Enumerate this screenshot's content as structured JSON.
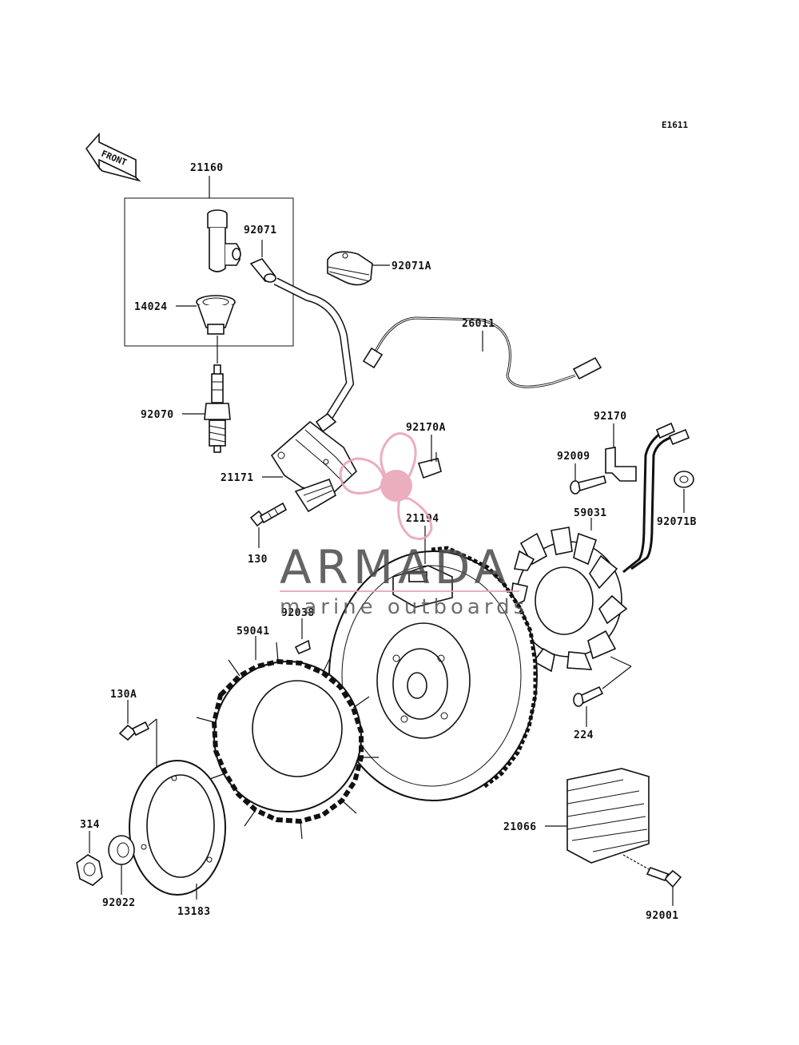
{
  "diagram_code": "E1611",
  "front_arrow_label": "FRONT",
  "watermark": {
    "brand": "ARMADA",
    "tagline": "marine outboards",
    "accent_color": "#e8a0b4",
    "text_color": "#4a4a4a"
  },
  "parts": [
    {
      "id": "21160",
      "name": "cap-assembly"
    },
    {
      "id": "92071",
      "name": "grommet"
    },
    {
      "id": "92071A",
      "name": "cap"
    },
    {
      "id": "14024",
      "name": "cover"
    },
    {
      "id": "26011",
      "name": "wire-lead"
    },
    {
      "id": "92070",
      "name": "spark-plug"
    },
    {
      "id": "92170A",
      "name": "clamp"
    },
    {
      "id": "21171",
      "name": "ignition-coil"
    },
    {
      "id": "92170",
      "name": "clamp-bracket"
    },
    {
      "id": "92009",
      "name": "screw"
    },
    {
      "id": "92071B",
      "name": "grommet-b"
    },
    {
      "id": "59031",
      "name": "stator"
    },
    {
      "id": "21194",
      "name": "flywheel"
    },
    {
      "id": "130",
      "name": "bolt"
    },
    {
      "id": "92038",
      "name": "key"
    },
    {
      "id": "59041",
      "name": "fan"
    },
    {
      "id": "130A",
      "name": "bolt-a"
    },
    {
      "id": "224",
      "name": "screw-224"
    },
    {
      "id": "21066",
      "name": "regulator"
    },
    {
      "id": "314",
      "name": "nut"
    },
    {
      "id": "92022",
      "name": "washer"
    },
    {
      "id": "13183",
      "name": "plate"
    },
    {
      "id": "92001",
      "name": "bolt-92001"
    }
  ]
}
